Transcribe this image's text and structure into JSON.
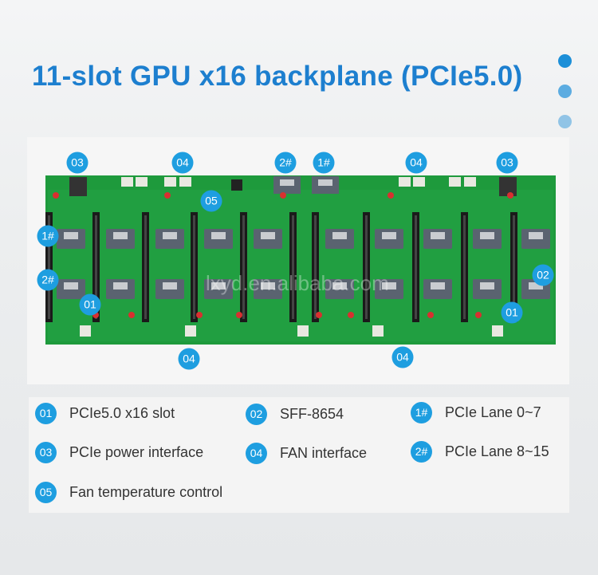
{
  "title": "11-slot GPU x16 backplane (PCIe5.0)",
  "colors": {
    "accent": "#1d7fcf",
    "badge": "#1e9ee0",
    "pcb": "#1e9a3c"
  },
  "watermark": "lxyd.en.alibaba.com",
  "callouts": [
    "03",
    "04",
    "2#",
    "1#",
    "04",
    "03",
    "05",
    "1#",
    "2#",
    "01",
    "02",
    "01",
    "04",
    "04"
  ],
  "legend": [
    {
      "badge": "01",
      "label": "PCIe5.0 x16 slot"
    },
    {
      "badge": "02",
      "label": "SFF-8654"
    },
    {
      "badge": "1#",
      "label": "PCIe Lane 0~7"
    },
    {
      "badge": "03",
      "label": "PCIe power interface"
    },
    {
      "badge": "04",
      "label": "FAN interface"
    },
    {
      "badge": "2#",
      "label": "PCIe Lane 8~15"
    },
    {
      "badge": "05",
      "label": "Fan temperature control"
    }
  ]
}
